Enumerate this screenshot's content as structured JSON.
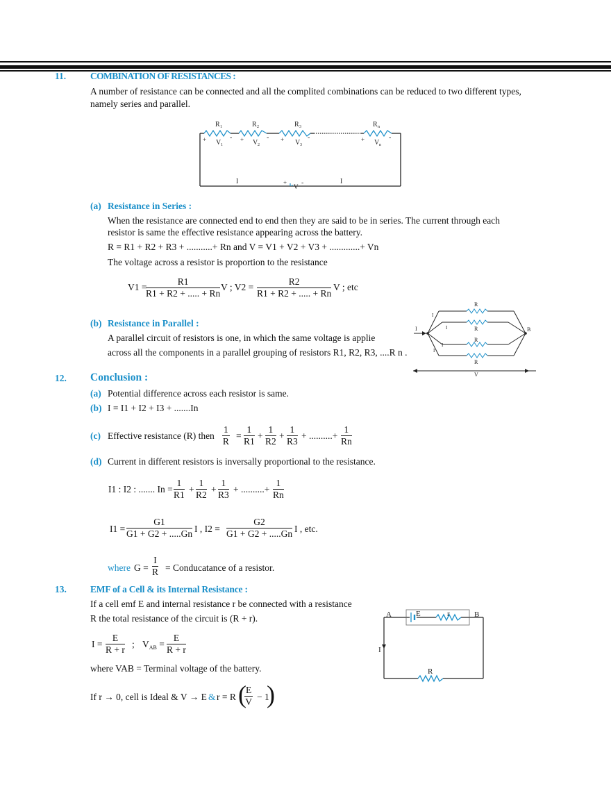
{
  "sec11": {
    "num": "11.",
    "title": "COMBINATION OF RESISTANCES :",
    "intro1": "A number of resistance can be connected and all the complited combinations can be reduced to two different types,",
    "intro2": "namely series and parallel."
  },
  "series_fig": {
    "r1": "R",
    "r2": "R",
    "r3": "R",
    "rn": "R",
    "s1": "1",
    "s2": "2",
    "s3": "3",
    "sn": "n",
    "v": "V",
    "plus": "+",
    "minus": "-",
    "i": "I"
  },
  "partA": {
    "label": "(a)",
    "title": "Resistance in Series :",
    "line1": "When the resistance are connected end to end then they are said to be in series. The current through each",
    "line2": "resistor is same the effective resistance appearing across the battery.",
    "eq_r": "R = R1 + R2 + R3 + ...........+ Rn  and  V = V1 + V2 + V3 + .............+ Vn",
    "line3": "The voltage across a resistor is proportion to the resistance",
    "frac_num1": "R1",
    "frac_den": "R1 + R2 + ..... + Rn",
    "frac_num2": "R2",
    "v1": "V1 =",
    "mid": "V ;  V2 =",
    "tail": "V ; etc"
  },
  "partB": {
    "label": "(b)",
    "title": "Resistance in Parallel :",
    "line1": "A parallel circuit of resistors is one, in which the same voltage is applie",
    "line2": "across all the components in a parallel grouping of resistors R1, R2, R3, ....R n ."
  },
  "parallel_fig": {
    "i": "I",
    "b": "B",
    "v": "V",
    "r": "R",
    "i_sym": "I"
  },
  "sec12": {
    "num": "12.",
    "title": "Conclusion  :",
    "a_label": "(a)",
    "a_text": "Potential difference across each resistor is same.",
    "b_label": "(b)",
    "b_text": "I = I1 + I2 + I3 + .......In",
    "c_label": "(c)",
    "c_text": "Effective resistance (R) then",
    "d_label": "(d)",
    "d_text": "Current in different resistors is inversally proportional to the resistance.",
    "one": "1",
    "c_dens": [
      "R",
      "R1",
      "R2",
      "R3",
      "Rn"
    ],
    "dots": "+ ..........+",
    "i_ratio": "I1 : I2 : ....... In =",
    "i_dens": [
      "R1",
      "R2",
      "R3",
      "Rn"
    ],
    "g1_num": "G1",
    "g2_num": "G2",
    "g_den": "G1 + G2 + .....Gn",
    "i1_eq": "I1 =",
    "i2_eq": "I ,  I2 =",
    "g_tail": "I , etc.",
    "where": "where",
    "g_eq": "G =",
    "g_frac_n": "I",
    "g_frac_d": "R",
    "g_desc": "= Conducatance of a resistor."
  },
  "sec13": {
    "num": "13.",
    "title": "EMF of a Cell & its Internal Resistance :",
    "line1": "If a cell emf E and internal resistance r be connected with a resistance",
    "line2": "R the total resistance of the circuit is (R + r).",
    "i_eq": "I =",
    "e": "E",
    "rr": "R + r",
    "semi": ";",
    "vab": "VAB =",
    "where_line": "where VAB = Terminal voltage of the battery.",
    "last_pre": "If r → 0, cell is Ideal & V → E",
    "amp": "&",
    "last_mid": "r = R",
    "last_frac_n": "E",
    "last_frac_d": "V",
    "last_tail": "− 1"
  },
  "cell_fig": {
    "a": "A",
    "b": "B",
    "e": "E",
    "r": "r",
    "big_r": "R",
    "i": "I"
  }
}
